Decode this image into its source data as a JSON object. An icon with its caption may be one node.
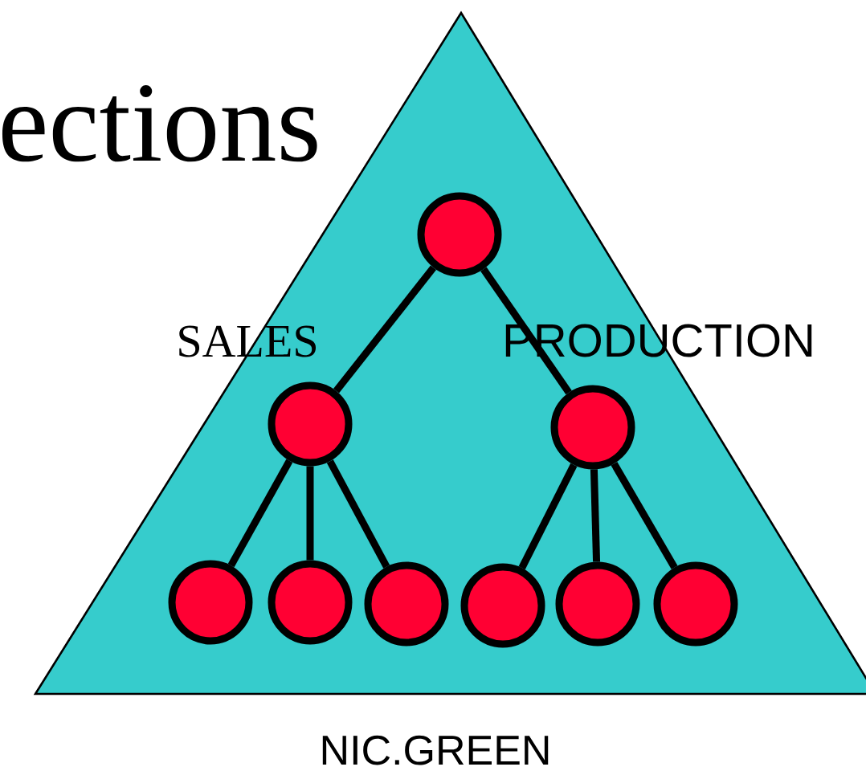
{
  "diagram": {
    "title": "ections",
    "nodes": [
      {
        "text": [
          "NIC.GREEN"
        ]
      },
      {
        "text": [],
        "shape": "circle",
        "in": 0
      },
      {
        "text": [],
        "shape": "circle",
        "in": 0
      },
      {
        "text": [],
        "shape": "circle",
        "in": 0
      },
      {
        "text": [],
        "shape": "circle",
        "in": 0
      },
      {
        "text": [],
        "shape": "circle",
        "in": 0
      },
      {
        "text": [],
        "shape": "circle",
        "in": 0
      },
      {
        "text": [],
        "shape": "circle",
        "in": 0
      },
      {
        "text": [],
        "shape": "circle",
        "in": 0
      },
      {
        "text": [],
        "shape": "circle",
        "in": 0
      }
    ],
    "edges": [
      {
        "from": 1,
        "to": 2,
        "arrow": "none"
      },
      {
        "from": 1,
        "to": 3,
        "arrow": "none"
      },
      {
        "from": 2,
        "to": 4,
        "arrow": "none"
      },
      {
        "from": 2,
        "to": 5,
        "arrow": "none"
      },
      {
        "from": 2,
        "to": 6,
        "arrow": "none"
      },
      {
        "from": 3,
        "to": 7,
        "arrow": "none"
      },
      {
        "from": 3,
        "to": 8,
        "arrow": "none"
      },
      {
        "from": 3,
        "to": 9,
        "arrow": "none"
      }
    ],
    "labels": [
      "SALES",
      "PRODUCTION"
    ]
  }
}
